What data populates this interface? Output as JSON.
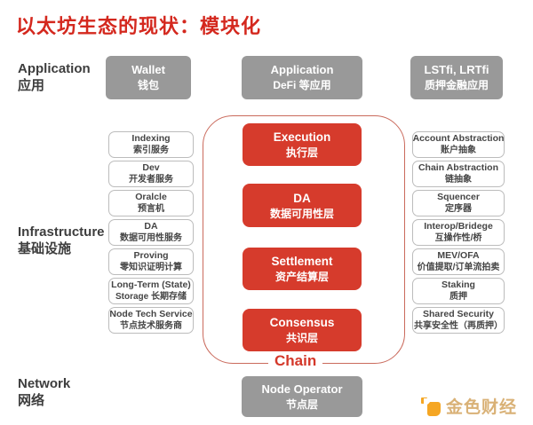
{
  "title": "以太坊生态的现状：模块化",
  "colors": {
    "title_red": "#d4281e",
    "layer_red": "#d63b2c",
    "outline_red": "#ca6a5c",
    "box_gray": "#999999",
    "label_dark": "#3d3d3d",
    "logo_orange": "#f5a623",
    "logo_gold": "#d9b176"
  },
  "row_labels": {
    "application": {
      "en": "Application",
      "zh": "应用"
    },
    "infrastructure": {
      "en": "Infrastructure",
      "zh": "基础设施"
    },
    "network": {
      "en": "Network",
      "zh": "网络"
    }
  },
  "application_row": [
    {
      "en": "Wallet",
      "zh": "钱包"
    },
    {
      "en": "Application",
      "zh": "DeFi 等应用"
    },
    {
      "en": "LSTfi, LRTfi",
      "zh": "质押金融应用"
    }
  ],
  "left_services": [
    {
      "en": "Indexing",
      "zh": "索引服务"
    },
    {
      "en": "Dev",
      "zh": "开发者服务"
    },
    {
      "en": "Oralcle",
      "zh": "预言机"
    },
    {
      "en": "DA",
      "zh": "数据可用性服务"
    },
    {
      "en": "Proving",
      "zh": "零知识证明计算"
    },
    {
      "en": "Long-Term (State)",
      "zh": "Storage 长期存储"
    },
    {
      "en": "Node Tech Service",
      "zh": "节点技术服务商"
    }
  ],
  "chain_layers": [
    {
      "en": "Execution",
      "zh": "执行层"
    },
    {
      "en": "DA",
      "zh": "数据可用性层"
    },
    {
      "en": "Settlement",
      "zh": "资产结算层"
    },
    {
      "en": "Consensus",
      "zh": "共识层"
    }
  ],
  "chain_label": "Chain",
  "right_services": [
    {
      "en": "Account Abstraction",
      "zh": "账户抽象"
    },
    {
      "en": "Chain Abstraction",
      "zh": "链抽象"
    },
    {
      "en": "Squencer",
      "zh": "定序器"
    },
    {
      "en": "Interop/Bridege",
      "zh": "互操作性/桥"
    },
    {
      "en": "MEV/OFA",
      "zh": "价值提取/订单流拍卖"
    },
    {
      "en": "Staking",
      "zh": "质押"
    },
    {
      "en": "Shared Security",
      "zh": "共享安全性（再质押）"
    }
  ],
  "network_row": {
    "en": "Node Operator",
    "zh": "节点层"
  },
  "logo": {
    "text": "金色财经"
  }
}
